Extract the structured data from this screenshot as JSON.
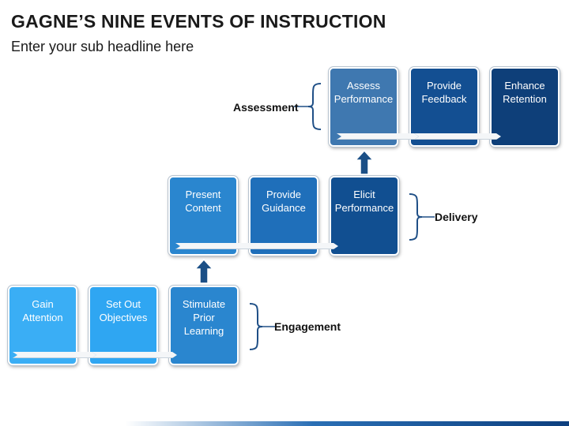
{
  "header": {
    "title": "GAGNE’S NINE EVENTS OF INSTRUCTION",
    "subtitle": "Enter your sub headline here"
  },
  "groups": {
    "assessment": "Assessment",
    "delivery": "Delivery",
    "engagement": "Engagement"
  },
  "events": [
    {
      "label": "Gain\nAttention",
      "color": "#3aaef5"
    },
    {
      "label": "Set Out\nObjectives",
      "color": "#2fa6f2"
    },
    {
      "label": "Stimulate\nPrior\nLearning",
      "color": "#2a86cf"
    },
    {
      "label": "Present\nContent",
      "color": "#2a86cf"
    },
    {
      "label": "Provide\nGuidance",
      "color": "#1f6fba"
    },
    {
      "label": "Elicit\nPerformance",
      "color": "#114f91"
    },
    {
      "label": "Assess\nPerformance",
      "color": "#3f78b0"
    },
    {
      "label": "Provide\nFeedback",
      "color": "#134f92"
    },
    {
      "label": "Enhance\nRetention",
      "color": "#0e3f79"
    }
  ],
  "colors": {
    "arrow": "#1b4f86",
    "bracket": "#1f4f86"
  }
}
